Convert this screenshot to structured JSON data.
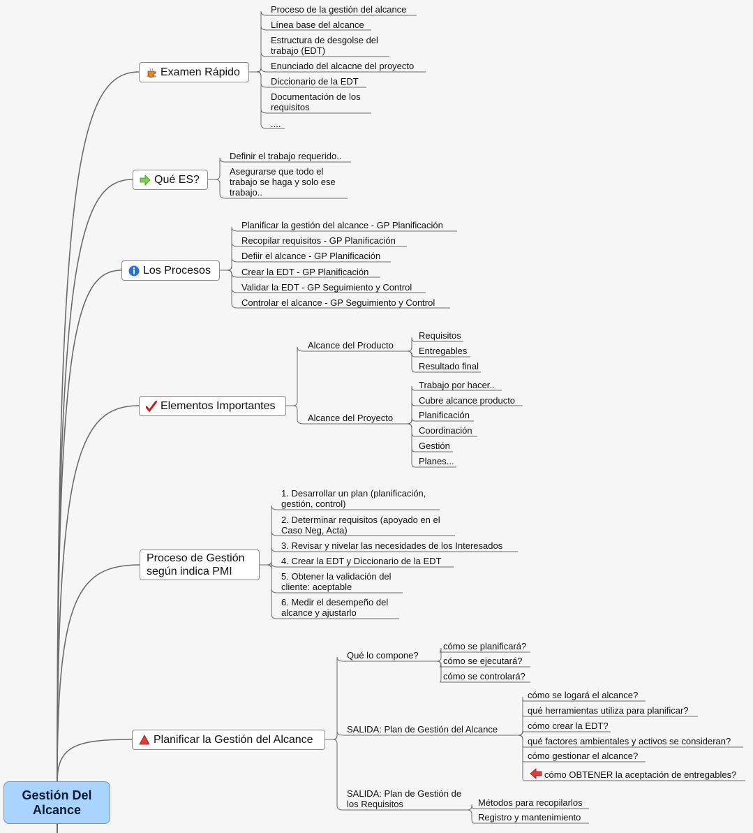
{
  "central": {
    "line1": "Gestión Del",
    "line2": "Alcance"
  },
  "topics": {
    "examen": {
      "label": "Examen Rápido",
      "icon": "coffee-cup-icon",
      "children": [
        "Proceso de la gestión del alcance",
        "Línea base del alcance",
        "Estructura de desgolse del trabajo (EDT)",
        "Enunciado del alcacne del proyecto",
        "Diccionario de la EDT",
        "Documentación de los requisitos",
        "...."
      ]
    },
    "que_es": {
      "label": "Qué ES?",
      "icon": "arrow-right-icon",
      "children": [
        "Definir el trabajo requerido..",
        "Asegurarse que todo el trabajo se haga y solo ese trabajo.."
      ]
    },
    "procesos": {
      "label": "Los Procesos",
      "icon": "info-icon",
      "children": [
        "Planificar la gestión del alcance - GP Planificación",
        "Recopilar requisitos - GP Planificación",
        "Defiir el alcance - GP Planificación",
        "Crear la EDT - GP Planificación",
        "Validar la EDT - GP Seguimiento y Control",
        "Controlar el alcance - GP Seguimiento y Control"
      ]
    },
    "elementos": {
      "label": "Elementos Importantes",
      "icon": "checkmark-icon",
      "producto": {
        "label": "Alcance del Producto",
        "children": [
          "Requisitos",
          "Entregables",
          "Resultado final"
        ]
      },
      "proyecto": {
        "label": "Alcance del Proyecto",
        "children": [
          "Trabajo por hacer..",
          "Cubre alcance producto",
          "Planificación",
          "Coordinación",
          "Gestión",
          "Planes..."
        ]
      }
    },
    "pmi": {
      "label": "Proceso de Gestión según indica PMI",
      "children": [
        "1. Desarrollar un plan (planificación, gestión, control)",
        "2. Determinar requisitos (apoyado en el Caso Neg, Acta)",
        "3. Revisar y nivelar las necesidades de los Interesados",
        "4. Crear la EDT y Diccionario de la EDT",
        "5. Obtener la validación del cliente: aceptable",
        "6. Medir el desempeño del alcance y ajustarlo"
      ]
    },
    "planificar": {
      "label": "Planificar la Gestión del Alcance",
      "icon": "warning-triangle-icon",
      "compone": {
        "label": "Qué lo compone?",
        "children": [
          "cómo se planificará?",
          "cómo se ejecutará?",
          "cómo se controlará?"
        ]
      },
      "salida_alcance": {
        "label": "SALIDA: Plan de Gestión del Alcance",
        "children": [
          "cómo se logará el alcance?",
          "qué herramientas utiliza para planificar?",
          "cómo crear la EDT?",
          "qué factores ambientales y activos se consideran?",
          "cómo gestionar el alcance?",
          "cómo OBTENER la aceptación de entregables?"
        ],
        "last_icon": "arrow-left-icon"
      },
      "salida_requisitos": {
        "label": "SALIDA: Plan de Gestión de los Requisitos",
        "children": [
          "Métodos para recopilarlos",
          "Registro y mantenimiento"
        ]
      }
    }
  }
}
